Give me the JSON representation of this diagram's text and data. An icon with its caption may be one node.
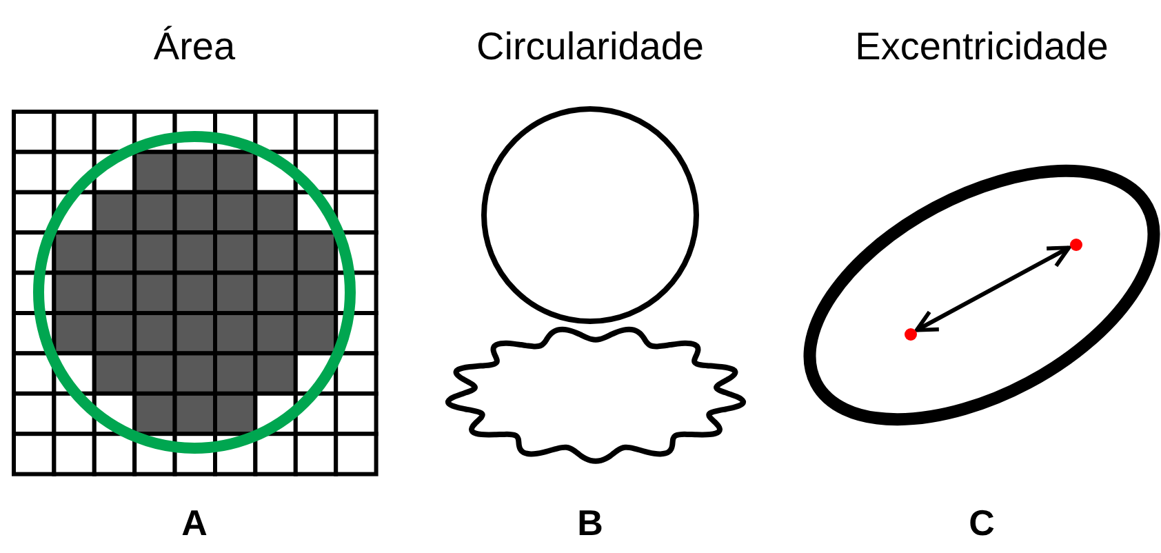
{
  "diagram": {
    "nodes": [
      {
        "text": [],
        "shape": "circle"
      },
      {
        "text": [],
        "shape": "circle"
      }
    ],
    "edges": [
      {
        "from": 0,
        "to": 1,
        "arrow": "both"
      }
    ],
    "labels": [
      "Área",
      "Circularidade",
      "Excentricidade",
      "A",
      "B",
      "C"
    ]
  }
}
